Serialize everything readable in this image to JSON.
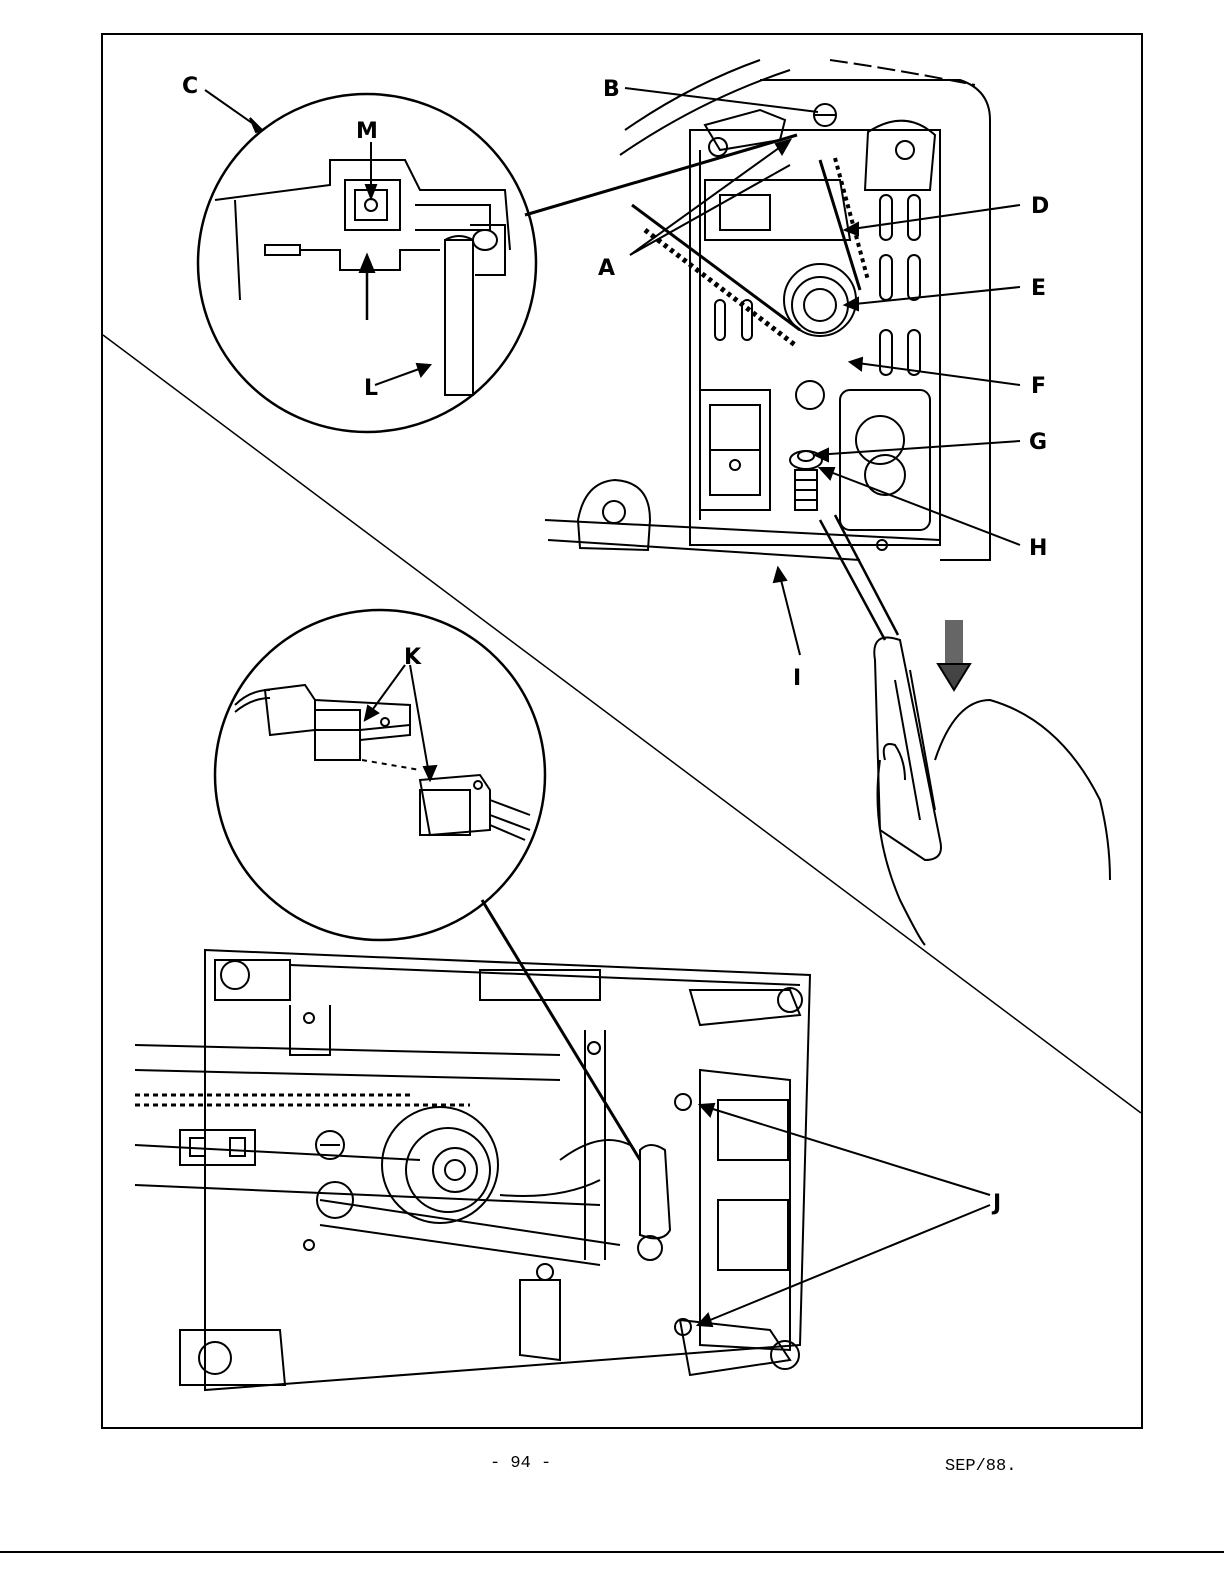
{
  "page": {
    "number": "- 94 -",
    "date": "SEP/88."
  },
  "callouts": {
    "A": "A",
    "B": "B",
    "C": "C",
    "D": "D",
    "E": "E",
    "F": "F",
    "G": "G",
    "H": "H",
    "I": "I",
    "J": "J",
    "K": "K",
    "L": "L",
    "M": "M"
  }
}
